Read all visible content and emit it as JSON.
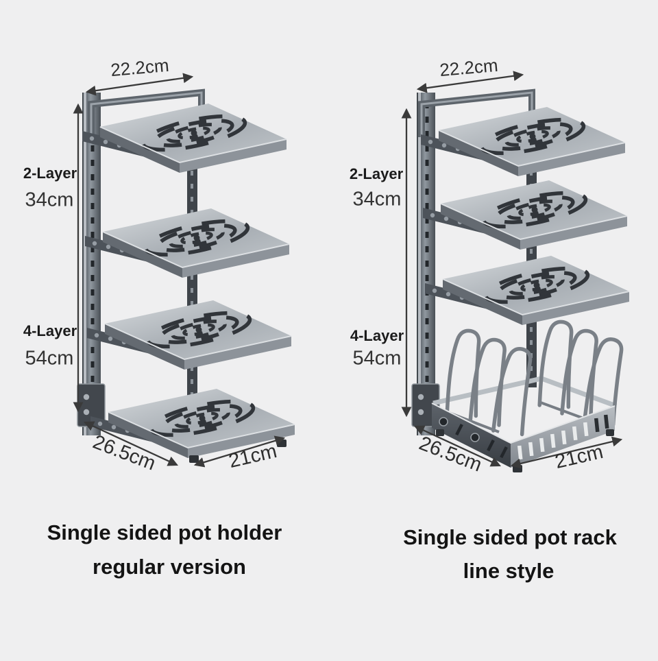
{
  "colors": {
    "background": "#efeff0",
    "metal_light": "#c3c8cc",
    "metal_mid": "#8d939a",
    "metal_dark": "#3f444a",
    "annotation_text": "#2e2e2e",
    "caption_text": "#141414"
  },
  "left_product": {
    "top_width_label": "22.2cm",
    "layer2_label": "2-Layer",
    "layer2_height": "34cm",
    "layer4_label": "4-Layer",
    "layer4_height": "54cm",
    "depth_label": "26.5cm",
    "bottom_width_label": "21cm",
    "caption_line1": "Single sided pot holder",
    "caption_line2": "regular version"
  },
  "right_product": {
    "top_width_label": "22.2cm",
    "layer2_label": "2-Layer",
    "layer2_height": "34cm",
    "layer4_label": "4-Layer",
    "layer4_height": "54cm",
    "depth_label": "26.5cm",
    "bottom_width_label": "21cm",
    "caption_line1": "Single sided pot rack",
    "caption_line2": "line style"
  }
}
